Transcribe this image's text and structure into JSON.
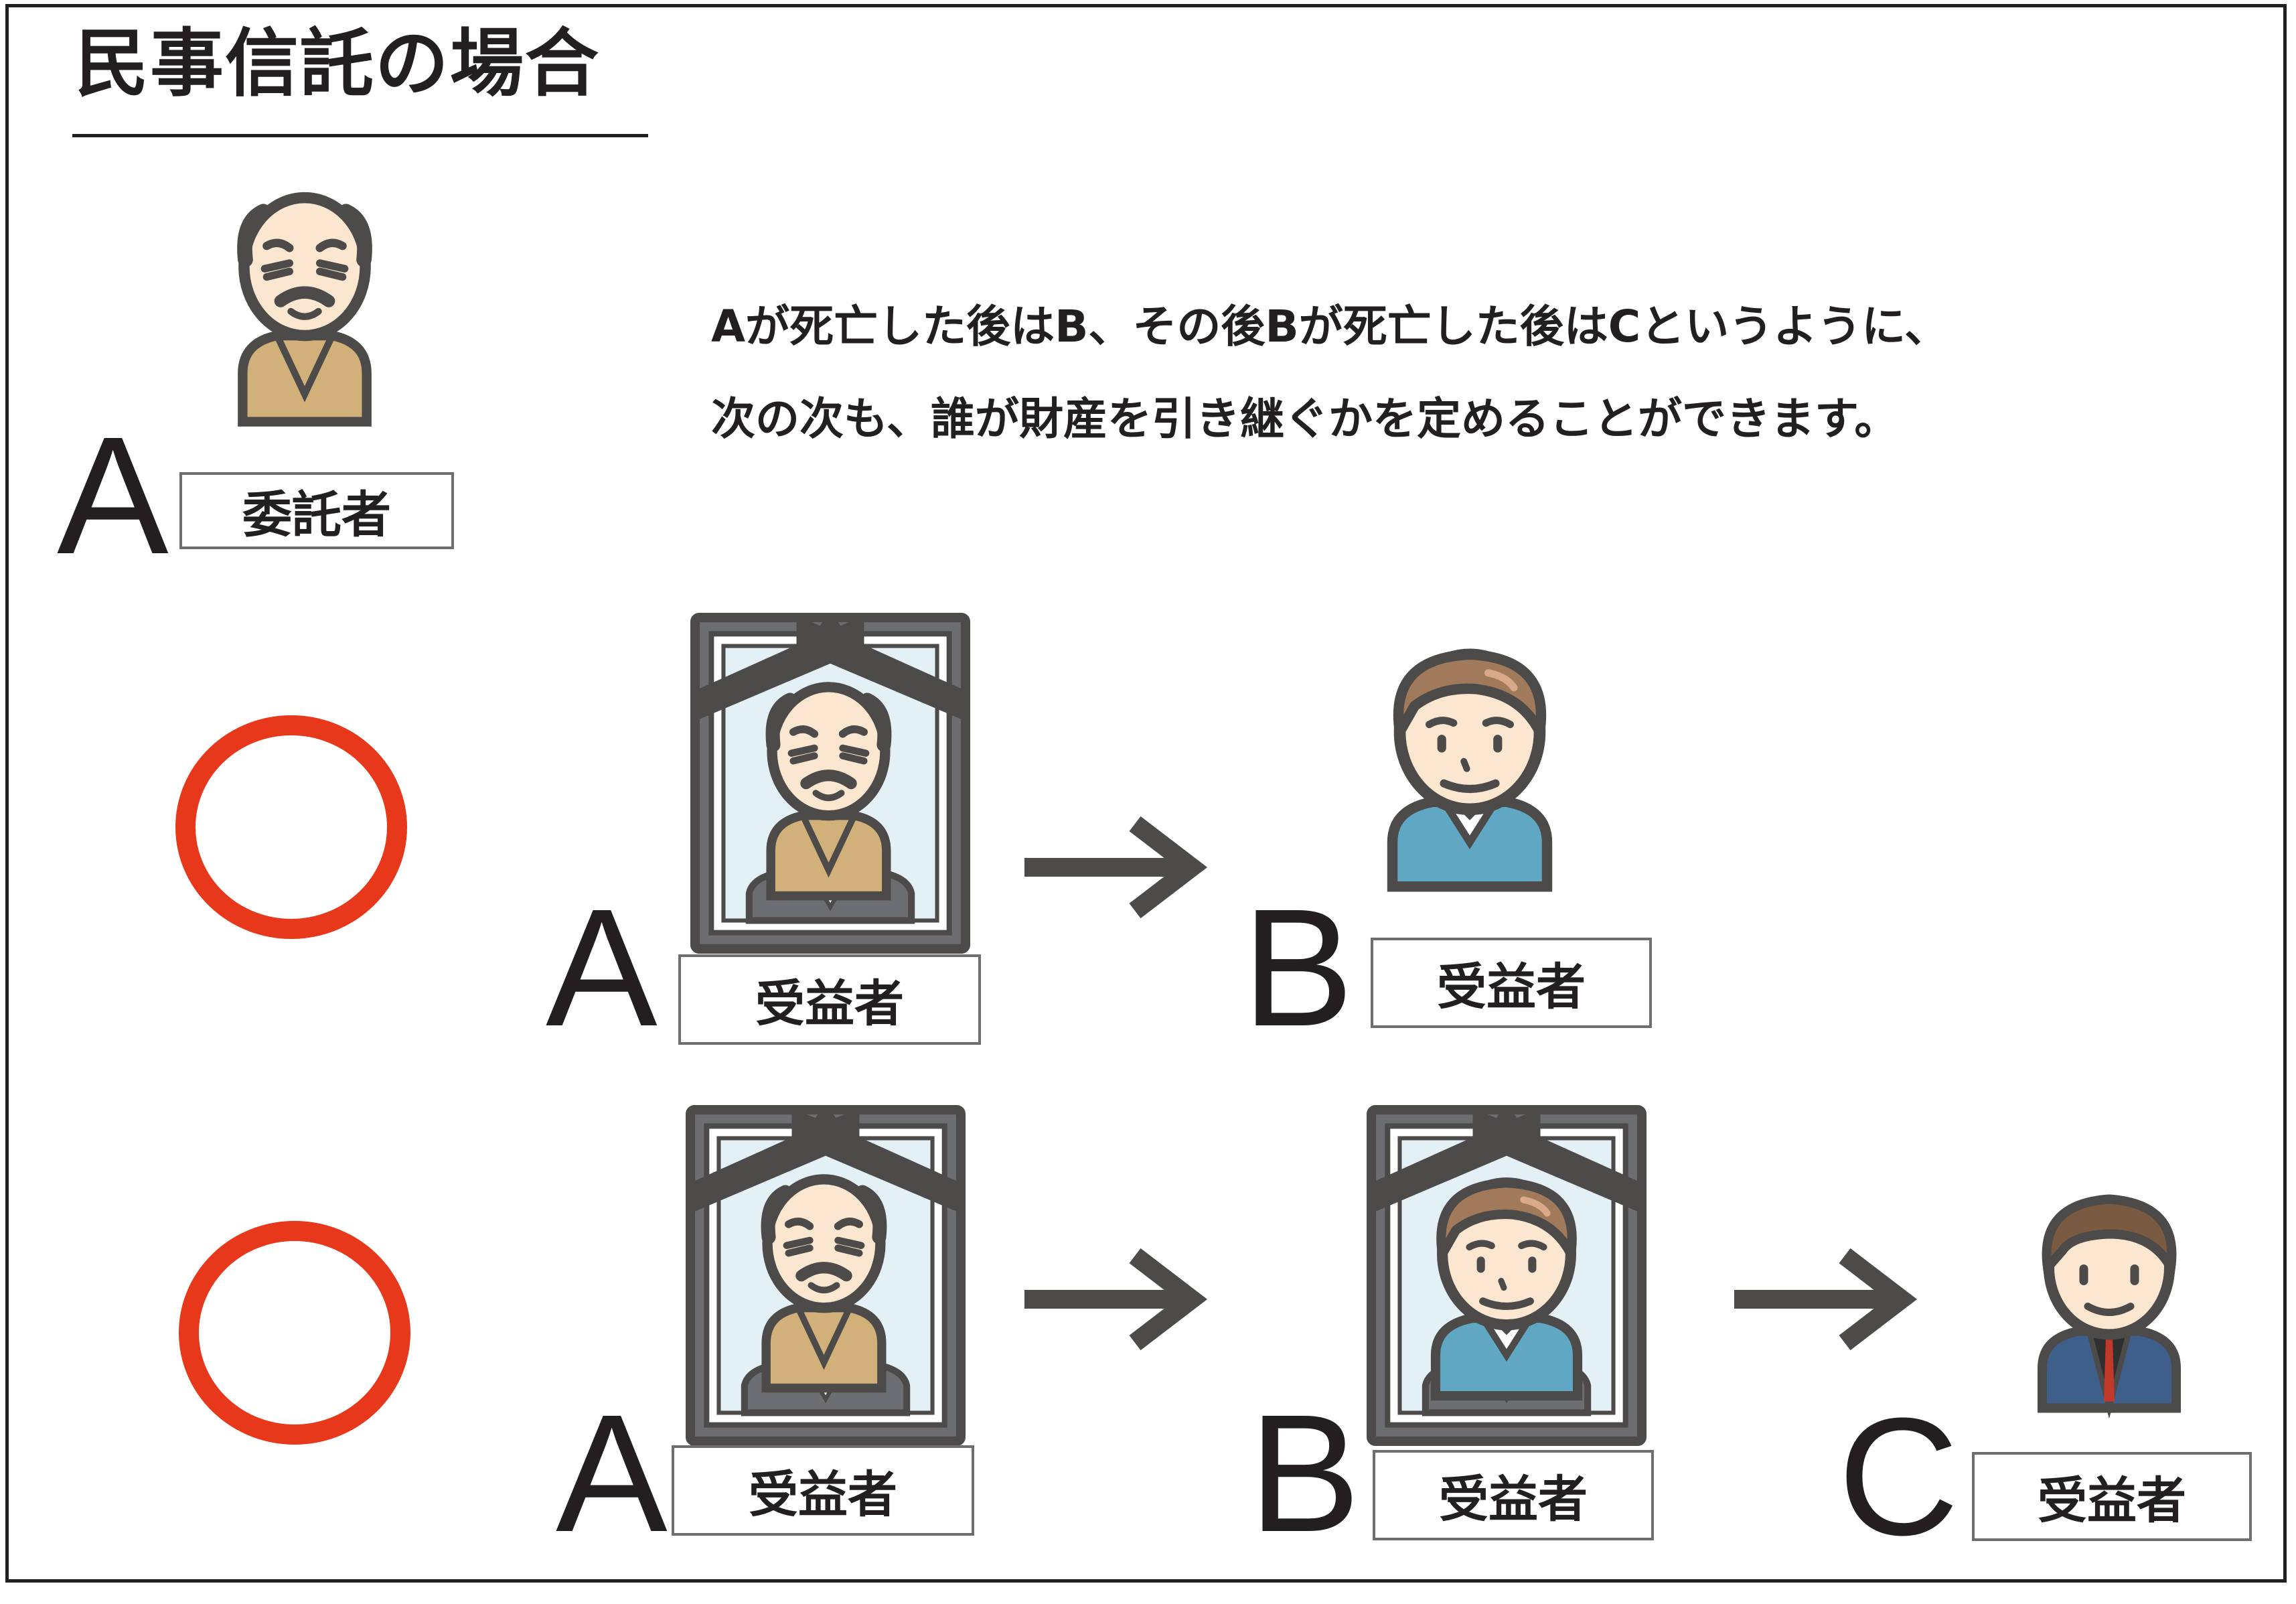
{
  "title": "民事信託の場合",
  "description": {
    "line1": "Aが死亡した後はB、その後Bが死亡した後はCというように、",
    "line2": "次の次も、誰が財産を引き継ぐかを定めることができます。"
  },
  "settlor": {
    "letter": "A",
    "role": "委託者"
  },
  "rows": [
    {
      "mark": "○",
      "people": [
        {
          "letter": "A",
          "role": "受益者",
          "deceased": true
        },
        {
          "letter": "B",
          "role": "受益者",
          "deceased": false
        }
      ]
    },
    {
      "mark": "○",
      "people": [
        {
          "letter": "A",
          "role": "受益者",
          "deceased": true
        },
        {
          "letter": "B",
          "role": "受益者",
          "deceased": true
        },
        {
          "letter": "C",
          "role": "受益者",
          "deceased": false
        }
      ]
    }
  ],
  "colors": {
    "ok_circle": "#e8381b",
    "outline": "#4d4a4a",
    "skin": "#fbe7cf",
    "old_sweater": "#d2b07a",
    "young_hair": "#a07a5a",
    "shirt_blue": "#5fa7c3",
    "suit_navy": "#3e5f8a",
    "portrait_bg": "#e3f1f6"
  }
}
